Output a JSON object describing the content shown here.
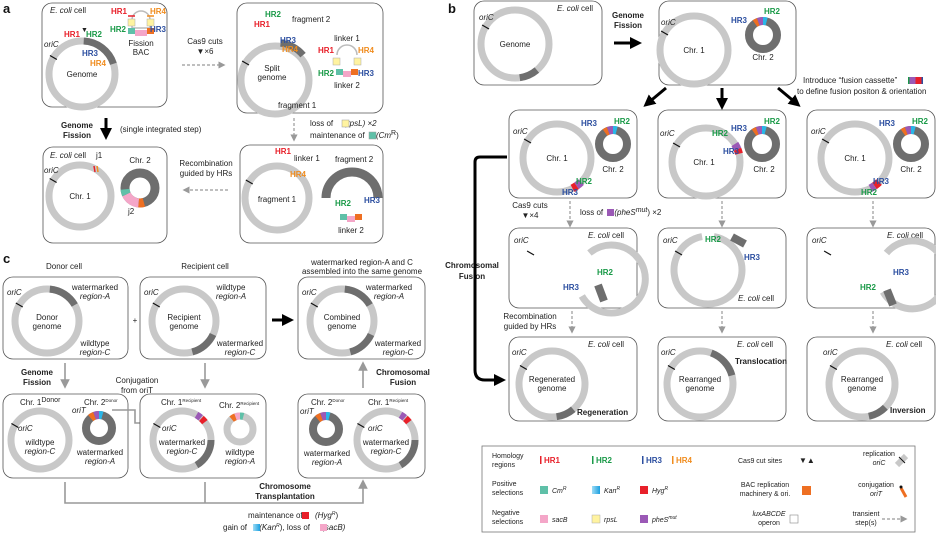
{
  "panel_labels": {
    "a": "a",
    "b": "b",
    "c": "c"
  },
  "colors": {
    "HR1": "#e8202a",
    "HR2": "#1a9a48",
    "HR3": "#2c4fa0",
    "HR4": "#f08c1e",
    "CmR": "#5fc0a8",
    "KanR": "#29b6e8",
    "HygR": "#e8202a",
    "sacB": "#f4a6c8",
    "rpsL": "#fff3a0",
    "pheSmut": "#9b59b6",
    "BAC": "#ee6f22"
  },
  "common": {
    "ecoli": "E. coli",
    "cell": " cell",
    "oric": "oriC",
    "hr1": "HR1",
    "hr2": "HR2",
    "hr3": "HR3",
    "hr4": "HR4",
    "chr1": "Chr. 1",
    "chr2": "Chr. 2"
  },
  "a": {
    "genome": "Genome",
    "bac": [
      "Fission",
      "BAC"
    ],
    "cas9": [
      "Cas9 cuts",
      "▼×6"
    ],
    "split": [
      "Split",
      "genome"
    ],
    "fragment1": "fragment 1",
    "fragment2": "fragment 2",
    "linker1": "linker 1",
    "linker2": "linker 2",
    "fission": [
      "Genome",
      "Fission"
    ],
    "single_step": "(single integrated step)",
    "loss": [
      "loss of ",
      "(rpsL) ×2"
    ],
    "maint": [
      "maintenance of ",
      "(Cm",
      "R",
      ")"
    ],
    "recomb": [
      "Recombination",
      "guided by HRs"
    ],
    "j1": "j1",
    "j2": "j2"
  },
  "b": {
    "genome": "Genome",
    "fission": [
      "Genome",
      "Fission"
    ],
    "introduce": "Introduce “fusion cassette”",
    "define": "to define fusion positon & orientation",
    "cas9": [
      "Cas9 cuts",
      "▼×4"
    ],
    "loss": [
      "loss of ",
      "(pheS",
      "mut",
      ") ×2"
    ],
    "fusion": [
      "Chromosomal",
      "Fusion"
    ],
    "recomb": [
      "Recombination",
      "guided by HRs"
    ],
    "results": [
      {
        "genome": [
          "Regenerated",
          "genome"
        ],
        "label": "Regeneration"
      },
      {
        "genome": [
          "Rearranged",
          "genome"
        ],
        "label": "Translocation"
      },
      {
        "genome": [
          "Rearranged",
          "genome"
        ],
        "label": "Inversion"
      }
    ]
  },
  "c": {
    "donor_cell": "Donor cell",
    "recipient_cell": "Recipient cell",
    "assembled": [
      "watermarked region-A and C",
      "assembled into the same genome"
    ],
    "donor_genome": [
      "Donor",
      "genome"
    ],
    "recipient_genome": [
      "Recipient",
      "genome"
    ],
    "combined_genome": [
      "Combined",
      "genome"
    ],
    "wm_a": [
      "watermarked",
      "region-A"
    ],
    "wm_c": [
      "watermarked",
      "region-C"
    ],
    "wt_a": [
      "wildtype",
      "region-A"
    ],
    "wt_c": [
      "wildtype",
      "region-C"
    ],
    "plus": "+",
    "fission": [
      "Genome",
      "Fission"
    ],
    "conjugation": [
      "Conjugation",
      "from oriT"
    ],
    "fusion": [
      "Chromosomal",
      "Fusion"
    ],
    "sup_donor": "Donor",
    "sup_recipient": "Recipient",
    "orit": "oriT",
    "transplant": [
      "Chromosome",
      "Transplantation"
    ],
    "maint": [
      "maintenance of ",
      "(Hyg",
      "R",
      ")"
    ],
    "gain": [
      "gain of ",
      "(Kan",
      "R",
      "), loss of ",
      "(sacB)"
    ]
  },
  "legend": {
    "homology": [
      "Homology",
      "regions"
    ],
    "positive": [
      "Positive",
      "selections"
    ],
    "negative": [
      "Negative",
      "selections"
    ],
    "cm": "Cm",
    "kan": "Kan",
    "hyg": "Hyg",
    "R": "R",
    "sacb": "sacB",
    "rpsl": "rpsL",
    "phes": "pheS",
    "mut": "mut",
    "cas9": "Cas9 cut sites",
    "bac": [
      "BAC replication",
      "machinery & ori."
    ],
    "lux": [
      "luxABCDE",
      "operon"
    ],
    "replication": [
      "replication",
      "oriC"
    ],
    "conjugation": [
      "conjugation",
      "oriT"
    ],
    "transient": [
      "transient",
      "step(s)"
    ]
  }
}
